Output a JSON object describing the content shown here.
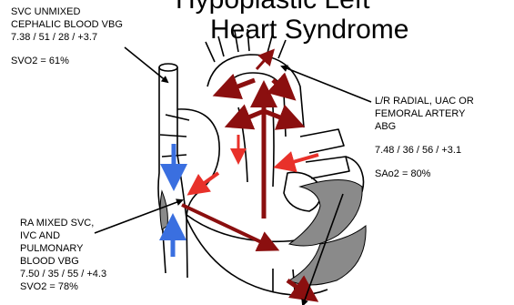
{
  "title": {
    "line1": "Hypoplastic Left",
    "line2": "Heart Syndrome"
  },
  "labels": {
    "svc": {
      "line1": "SVC UNMIXED",
      "line2": "CEPHALIC BLOOD VBG",
      "values": "7.38 / 51 / 28 / +3.7",
      "sat": "SVO2 = 61%"
    },
    "arterial": {
      "line1": "L/R RADIAL, UAC OR",
      "line2": "FEMORAL ARTERY",
      "line3": "ABG",
      "values": "7.48 / 36 / 56 / +3.1",
      "sat": "SAo2 = 80%"
    },
    "ra": {
      "line1": "RA MIXED SVC,",
      "line2": "IVC AND",
      "line3": "PULMONARY",
      "line4": "BLOOD VBG",
      "values": "7.50 / 35 / 55 / +4.3",
      "sat": "SVO2 = 78%"
    }
  },
  "colors": {
    "deoxygenated_flow": "#3a6fe0",
    "oxygenated_flow": "#e8312a",
    "mixed_flow": "#8b0f0f",
    "outline": "#000000",
    "shading": "#777777"
  }
}
